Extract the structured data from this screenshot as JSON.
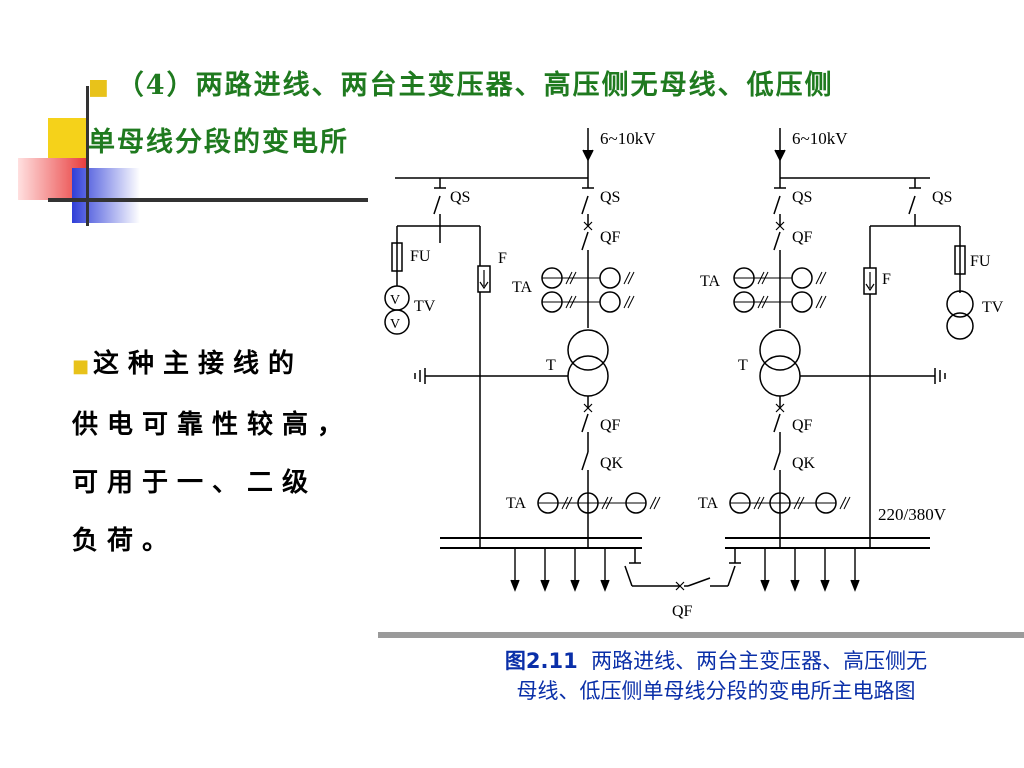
{
  "slide": {
    "title_line1": "（4）两路进线、两台主变压器、高压侧无母线、低压侧",
    "title_line2": "单母线分段的变电所",
    "body_lines": [
      "这种主接线的",
      "供电可靠性较高，",
      "可用于一、二级",
      "负荷。"
    ],
    "caption_label": "图2.11",
    "caption_line1": "两路进线、两台主变压器、高压侧无",
    "caption_line2": "母线、低压侧单母线分段的变电所主电路图"
  },
  "diagram_labels": {
    "incoming_left": "6~10kV",
    "incoming_right": "6~10kV",
    "qs": "QS",
    "qf": "QF",
    "fu": "FU",
    "f": "F",
    "tv": "TV",
    "v": "V",
    "ta": "TA",
    "t": "T",
    "qk": "QK",
    "low_voltage": "220/380V",
    "tie_qf": "QF"
  },
  "colors": {
    "title_green": "#1f7a1f",
    "caption_blue": "#0a2fa8",
    "bullet_yellow": "#e8c21a",
    "deco_red": "#e83a3a",
    "deco_blue": "#2f3ed8",
    "deco_yellow": "#f5d21a"
  }
}
